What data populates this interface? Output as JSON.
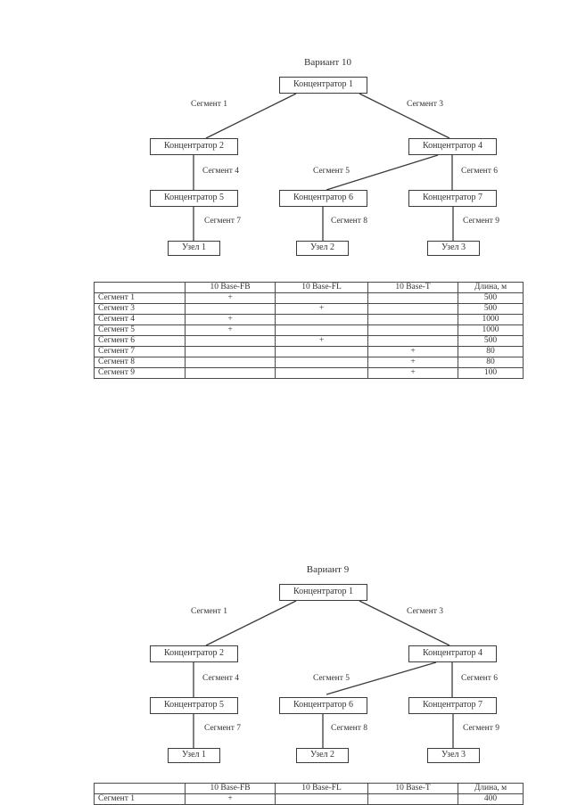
{
  "diagrams": [
    {
      "title": "Вариант 10",
      "boxes": {
        "hub1": "Концентратор 1",
        "hub2": "Концентратор 2",
        "hub4": "Концентратор 4",
        "hub5": "Концентратор 5",
        "hub6": "Концентратор 6",
        "hub7": "Концентратор 7",
        "node1": "Узел 1",
        "node2": "Узел 2",
        "node3": "Узел 3"
      },
      "segments": {
        "s1": "Сегмент 1",
        "s3": "Сегмент 3",
        "s4": "Сегмент 4",
        "s5": "Сегмент 5",
        "s6": "Сегмент 6",
        "s7": "Сегмент 7",
        "s8": "Сегмент 8",
        "s9": "Сегмент 9"
      }
    },
    {
      "title": "Вариант 9",
      "boxes": {
        "hub1": "Концентратор 1",
        "hub2": "Концентратор 2",
        "hub4": "Концентратор 4",
        "hub5": "Концентратор 5",
        "hub6": "Концентратор 6",
        "hub7": "Концентратор 7",
        "node1": "Узел 1",
        "node2": "Узел 2",
        "node3": "Узел 3"
      },
      "segments": {
        "s1": "Сегмент 1",
        "s3": "Сегмент 3",
        "s4": "Сегмент 4",
        "s5": "Сегмент 5",
        "s6": "Сегмент 6",
        "s7": "Сегмент 7",
        "s8": "Сегмент 8",
        "s9": "Сегмент 9"
      }
    }
  ],
  "tables": [
    {
      "headers": [
        "",
        "10 Base-FB",
        "10 Base-FL",
        "10 Base-T",
        "Длина, м"
      ],
      "rows": [
        [
          "Сегмент 1",
          "+",
          "",
          "",
          "500"
        ],
        [
          "Сегмент 3",
          "",
          "+",
          "",
          "500"
        ],
        [
          "Сегмент 4",
          "+",
          "",
          "",
          "1000"
        ],
        [
          "Сегмент 5",
          "+",
          "",
          "",
          "1000"
        ],
        [
          "Сегмент 6",
          "",
          "+",
          "",
          "500"
        ],
        [
          "Сегмент 7",
          "",
          "",
          "+",
          "80"
        ],
        [
          "Сегмент 8",
          "",
          "",
          "+",
          "80"
        ],
        [
          "Сегмент 9",
          "",
          "",
          "+",
          "100"
        ]
      ]
    },
    {
      "headers": [
        "",
        "10 Base-FB",
        "10 Base-FL",
        "10 Base-T",
        "Длина, м"
      ],
      "rows": [
        [
          "Сегмент 1",
          "+",
          "",
          "",
          "400"
        ]
      ]
    }
  ]
}
